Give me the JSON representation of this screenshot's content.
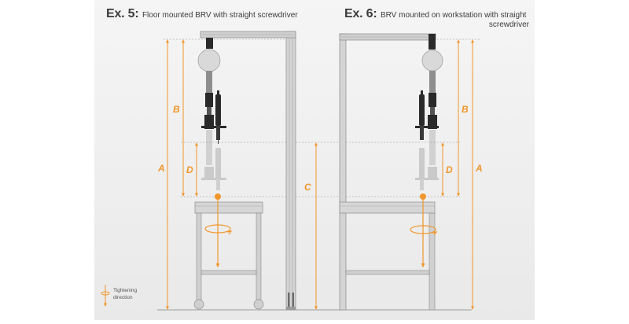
{
  "panel_left": {
    "example_number": "Ex. 5:",
    "caption": "Floor mounted BRV with straight screwdriver"
  },
  "panel_right": {
    "example_number": "Ex. 6:",
    "caption_line1": "BRV mounted on workstation with straight",
    "caption_line2": "screwdriver"
  },
  "dimensions": {
    "a": "A",
    "b": "B",
    "c": "C",
    "d": "D"
  },
  "legend": {
    "line1": "Tightening",
    "line2": "direction"
  },
  "colors": {
    "accent": "#f0962d",
    "frame": "#c8c8c8",
    "frame_edge": "#8a8a8a",
    "tool": "#2a2a2a",
    "dashed": "#b4b4b4"
  }
}
